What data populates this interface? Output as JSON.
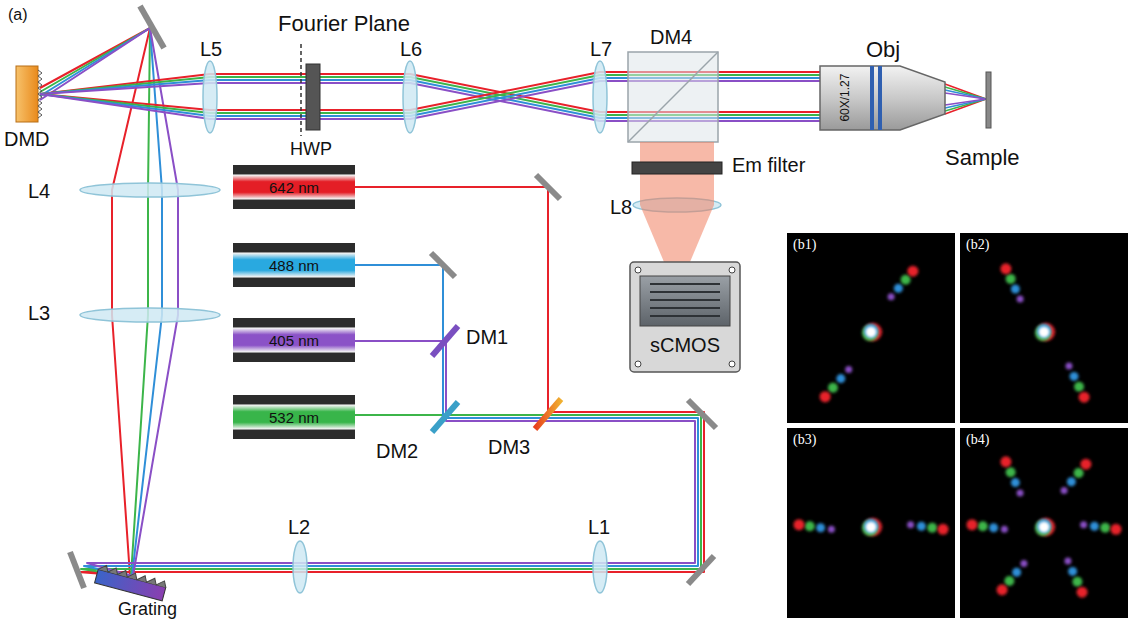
{
  "diagram": {
    "nodes": [
      {
        "text": [
          "642 nm"
        ]
      },
      {
        "text": [
          "488 nm"
        ]
      },
      {
        "text": [
          "405 nm"
        ]
      },
      {
        "text": [
          "532 nm"
        ]
      },
      {
        "text": [
          "(b1)"
        ]
      },
      {
        "text": [
          "(b2)"
        ]
      },
      {
        "text": [
          "(b3)"
        ]
      },
      {
        "text": [
          "(b4)"
        ]
      }
    ],
    "labels": [
      "(a)",
      "Fourier Plane",
      "L5",
      "L6",
      "L7",
      "DM4",
      "Obj",
      "60X/1.27",
      "DMD",
      "HWP",
      "Em filter",
      "Sample",
      "L4",
      "L8",
      "sCMOS",
      "DM1",
      "L3",
      "DM3",
      "DM2",
      "L2",
      "L1",
      "Grating"
    ]
  }
}
